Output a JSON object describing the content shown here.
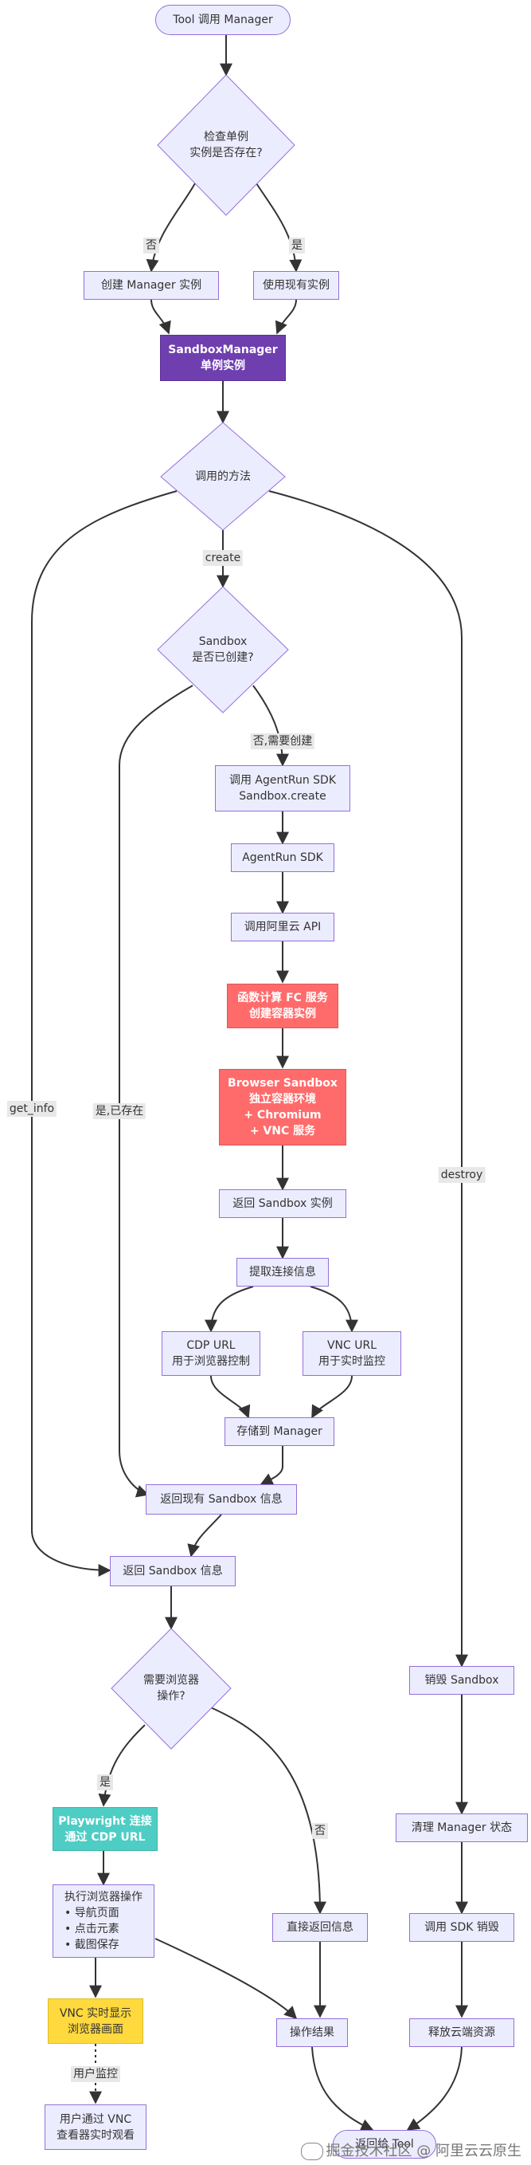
{
  "nodes": {
    "start": "Tool 调用 Manager",
    "check_singleton": "检查单例\n实例是否存在?",
    "create_manager": "创建 Manager 实例",
    "use_existing": "使用现有实例",
    "sandbox_manager": "SandboxManager\n单例实例",
    "call_method": "调用的方法",
    "sandbox_created": "Sandbox\n是否已创建?",
    "call_agentrun": "调用 AgentRun SDK\nSandbox.create",
    "agentrun_sdk": "AgentRun SDK",
    "call_aliyun": "调用阿里云 API",
    "fc_service": "函数计算 FC 服务\n创建容器实例",
    "browser_sandbox": "Browser Sandbox\n独立容器环境\n+ Chromium\n+ VNC 服务",
    "return_instance": "返回 Sandbox 实例",
    "extract_info": "提取连接信息",
    "cdp_url": "CDP URL\n用于浏览器控制",
    "vnc_url": "VNC URL\n用于实时监控",
    "store_manager": "存储到 Manager",
    "return_existing": "返回现有 Sandbox 信息",
    "return_info": "返回 Sandbox 信息",
    "need_browser": "需要浏览器\n操作?",
    "playwright": "Playwright 连接\n通过 CDP URL",
    "exec_ops": "执行浏览器操作\n• 导航页面\n• 点击元素\n• 截图保存",
    "vnc_display": "VNC 实时显示\n浏览器画面",
    "user_watch": "用户通过 VNC\n查看器实时观看",
    "direct_return": "直接返回信息",
    "op_result": "操作结果",
    "destroy_sandbox": "销毁 Sandbox",
    "clear_state": "清理 Manager 状态",
    "call_sdk_destroy": "调用 SDK 销毁",
    "release": "释放云端资源",
    "end": "返回给 Tool"
  },
  "edge_labels": {
    "no": "否",
    "yes": "是",
    "create": "create",
    "get_info": "get_info",
    "destroy": "destroy",
    "no_need_create": "否,需要创建",
    "yes_exists": "是,已存在",
    "user_monitor": "用户监控",
    "yes2": "是",
    "no2": "否"
  },
  "watermark": "掘金技术社区 @ 阿里云云原生",
  "colors": {
    "node_fill": "#ECECFF",
    "node_stroke": "#9370DB",
    "edge": "#333333",
    "purple": "#6F3FB0",
    "red": "#FF6B6B",
    "teal": "#4ECDC4",
    "yellow": "#FFD93D"
  }
}
